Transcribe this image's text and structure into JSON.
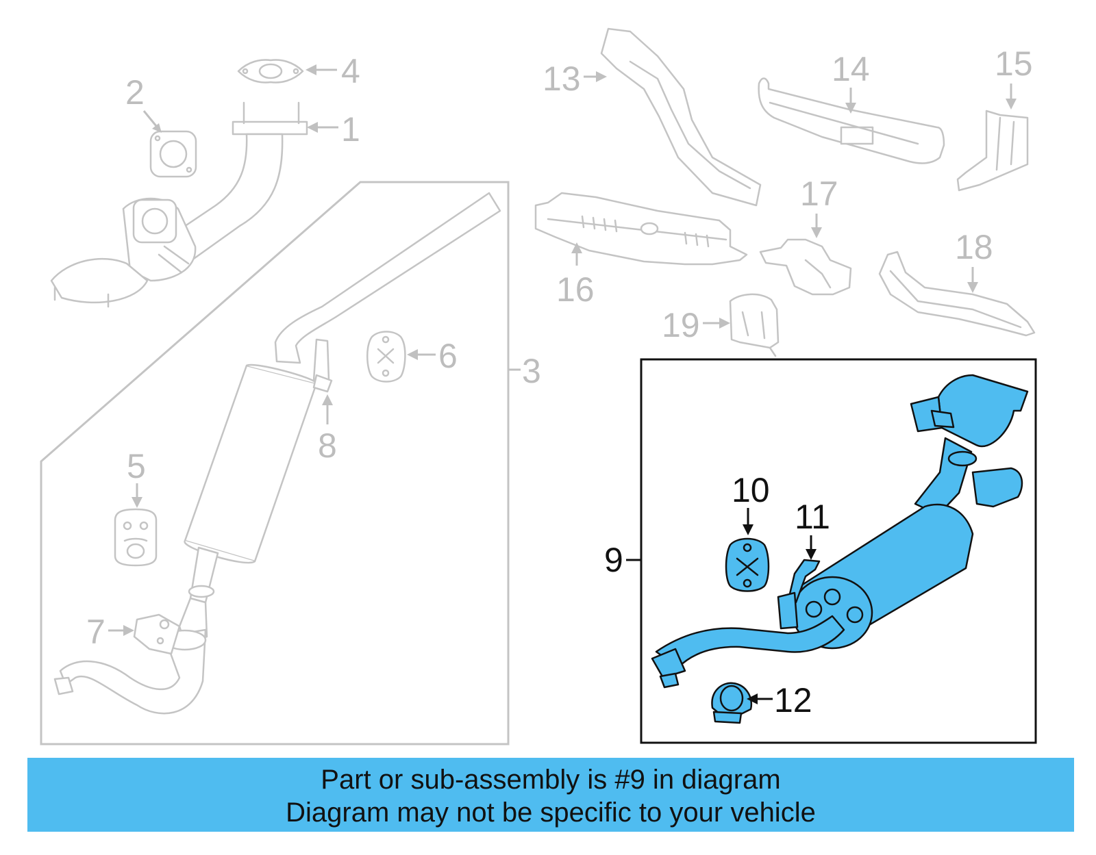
{
  "callouts": {
    "c1": "1",
    "c2": "2",
    "c3": "3",
    "c4": "4",
    "c5": "5",
    "c6": "6",
    "c7": "7",
    "c8": "8",
    "c9": "9",
    "c10": "10",
    "c11": "11",
    "c12": "12",
    "c13": "13",
    "c14": "14",
    "c15": "15",
    "c16": "16",
    "c17": "17",
    "c18": "18",
    "c19": "19"
  },
  "highlighted_part": "9",
  "colors": {
    "highlight": "#4fbcf0",
    "faded": "#c0c0c0",
    "outline": "#111111"
  },
  "footer": {
    "line1": "Part or sub-assembly is #9 in diagram",
    "line2": "Diagram may not be specific to your vehicle"
  }
}
